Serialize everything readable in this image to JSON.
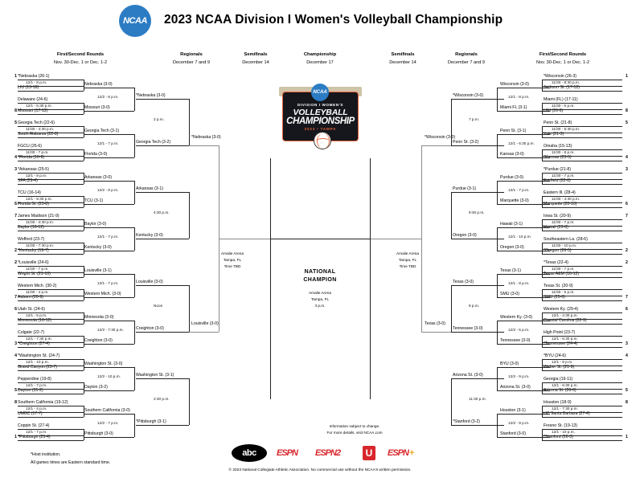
{
  "header": {
    "title": "2023 NCAA Division I Women's Volleyball Championship",
    "logo_text": "NCAA",
    "logo_icon": "ncaa-logo-icon"
  },
  "champ_logo": {
    "ncaa": "NCAA",
    "line1": "DIVISION I WOMEN'S",
    "line2": "VOLLEYBALL",
    "line3": "CHAMPIONSHIP",
    "line4": "2023 • TAMPA",
    "ball_icon": "volleyball-icon"
  },
  "round_headers": [
    {
      "name": "First/Second Rounds",
      "dates": "Nov. 30-Dec. 1 or Dec. 1-2"
    },
    {
      "name": "Regionals",
      "dates": "December 7 and 9"
    },
    {
      "name": "Semifinals",
      "dates": "December 14"
    },
    {
      "name": "Championship",
      "dates": "December 17"
    },
    {
      "name": "Semifinals",
      "dates": "December 14"
    },
    {
      "name": "Regionals",
      "dates": "December 7 and 9"
    },
    {
      "name": "First/Second Rounds",
      "dates": "Nov. 30-Dec. 1 or Dec. 1-2"
    }
  ],
  "national_champion": {
    "label_line1": "NATIONAL",
    "label_line2": "CHAMPION",
    "venue": "Amalie Arena",
    "city": "Tampa, FL",
    "time": "3 p.m."
  },
  "semifinal_sites": {
    "left": {
      "venue": "Amalie Arena",
      "city": "Tampa, FL",
      "time": "Time TBD"
    },
    "right": {
      "venue": "Amalie Arena",
      "city": "Tampa, FL",
      "time": "Time TBD"
    }
  },
  "footnotes": {
    "host": "*Host institution.",
    "times": "All games times are Eastern standard time."
  },
  "info": {
    "line1": "Information subject to change.",
    "line2": "For more details, visit NCAA.com"
  },
  "copyright": "© 2023 National Collegiate Athletic Association.  No commercial use without the NCAA's written permission.",
  "networks": [
    {
      "name": "abc",
      "label": "abc"
    },
    {
      "name": "espn",
      "label": "ESPN"
    },
    {
      "name": "espn2",
      "label": "ESPN2"
    },
    {
      "name": "espnu",
      "label": "U"
    },
    {
      "name": "espn-plus",
      "label": "ESPN",
      "plus": "+"
    }
  ],
  "left": {
    "first_round": [
      {
        "seed": "1",
        "team": "*Nebraska (26-1)",
        "game": "12/1 - 8 p.m.",
        "opp": "LIU (13-18)",
        "oppseed": ""
      },
      {
        "seed": "",
        "team": "Delaware (24-6)",
        "game": "12/1 - 5:30 p.m.",
        "opp": "Missouri (17-12)",
        "oppseed": "8"
      },
      {
        "seed": "5",
        "team": "Georgia Tech (22-6)",
        "game": "11/30 - 4:30 p.m.",
        "opp": "South Alabama (22-8)",
        "oppseed": ""
      },
      {
        "seed": "",
        "team": "FGCU (26-6)",
        "game": "11/30 - 7 p.m.",
        "opp": "*Florida (16-9)",
        "oppseed": "4"
      },
      {
        "seed": "3",
        "team": "*Arkansas (25-5)",
        "game": "12/1 - 8 p.m.",
        "opp": "SFA (29-4)",
        "oppseed": ""
      },
      {
        "seed": "",
        "team": "TCU (16-14)",
        "game": "12/1 - 5:30 p.m.",
        "opp": "Florida St. (23-8)",
        "oppseed": "6"
      },
      {
        "seed": "7",
        "team": "James Madison (21-9)",
        "game": "11/30 - 4:30 p.m.",
        "opp": "Baylor (16-12)",
        "oppseed": ""
      },
      {
        "seed": "",
        "team": "Wofford (23-7)",
        "game": "11/30 - 7:30 p.m.",
        "opp": "*Kentucky (19-7)",
        "oppseed": "2"
      },
      {
        "seed": "2",
        "team": "*Louisville (24-6)",
        "game": "11/30 - 7 p.m.",
        "opp": "Wright St. (21-10)",
        "oppseed": ""
      },
      {
        "seed": "",
        "team": "Western Mich. (30-2)",
        "game": "11/30 - 4 p.m.",
        "opp": "Auburn (20-9)",
        "oppseed": "7"
      },
      {
        "seed": "6",
        "team": "Utah St. (24-6)",
        "game": "12/1 - 5 p.m.",
        "opp": "Minnesota (16-12)",
        "oppseed": ""
      },
      {
        "seed": "",
        "team": "Colgate (22-7)",
        "game": "12/1 - 7:30 p.m.",
        "opp": "*Creighton (27-4)",
        "oppseed": "3"
      },
      {
        "seed": "4",
        "team": "*Washington St. (24-7)",
        "game": "12/1 - 10 p.m.",
        "opp": "Grand Canyon (23-7)",
        "oppseed": ""
      },
      {
        "seed": "",
        "team": "Pepperdine (19-8)",
        "game": "12/1 - 7 p.m.",
        "opp": "Dayton (31-2)",
        "oppseed": "5"
      },
      {
        "seed": "8",
        "team": "Southern California (19-12)",
        "game": "12/1 - 4 p.m.",
        "opp": "UMBC (17-7)",
        "oppseed": ""
      },
      {
        "seed": "",
        "team": "Coppin St. (27-4)",
        "game": "12/1 - 7 p.m.",
        "opp": "*Pittsburgh (25-4)",
        "oppseed": "1"
      }
    ],
    "second_round": [
      {
        "winner": "Nebraska (3-0)",
        "game": "12/2 - 8 p.m."
      },
      {
        "winner": "Missouri (3-0)",
        "game": ""
      },
      {
        "winner": "Georgia Tech (3-1)",
        "game": "12/1 - 7 p.m."
      },
      {
        "winner": "Florida (3-0)",
        "game": ""
      },
      {
        "winner": "Arkansas (3-0)",
        "game": "12/2 - 8 p.m."
      },
      {
        "winner": "TCU (3-1)",
        "game": ""
      },
      {
        "winner": "Baylor (3-0)",
        "game": "12/1 - 7 p.m."
      },
      {
        "winner": "Kentucky (3-0)",
        "game": ""
      },
      {
        "winner": "Louisville (3-1)",
        "game": "12/1 - 7 p.m."
      },
      {
        "winner": "Western Mich. (3-0)",
        "game": ""
      },
      {
        "winner": "Minnesota (3-0)",
        "game": "12/2 - 7:30 p.m."
      },
      {
        "winner": "Creighton (3-0)",
        "game": ""
      },
      {
        "winner": "Washington St. (3-0)",
        "game": "12/2 - 10 p.m."
      },
      {
        "winner": "Dayton (3-2)",
        "game": ""
      },
      {
        "winner": "Southern California (3-0)",
        "game": "12/2 - 7 p.m."
      },
      {
        "winner": "Pittsburgh (3-0)",
        "game": ""
      }
    ],
    "regional": [
      {
        "winner": "*Nebraska (3-0)",
        "time": "2 p.m."
      },
      {
        "winner": "Georgia Tech (3-2)",
        "time": ""
      },
      {
        "winner": "Arkansas (3-1)",
        "time": "4:30 p.m."
      },
      {
        "winner": "Kentucky (3-0)",
        "time": ""
      },
      {
        "winner": "Louisville (3-0)",
        "time": "Noon"
      },
      {
        "winner": "Creighton (3-0)",
        "time": ""
      },
      {
        "winner": "Washington St. (3-1)",
        "time": "2:30 p.m."
      },
      {
        "winner": "*Pittsburgh (3-1)",
        "time": ""
      }
    ],
    "semifinal": [
      {
        "winner": "*Nebraska (3-0)"
      },
      {
        "winner": "Louisville (3-0)"
      }
    ]
  },
  "right": {
    "first_round": [
      {
        "seed": "1",
        "team": "*Wisconsin (26-3)",
        "game": "11/30 - 8:30 p.m.",
        "opp": "Jackson St. (17-12)",
        "oppseed": ""
      },
      {
        "seed": "",
        "team": "Miami (FL) (17-11)",
        "game": "11/30 - 6 p.m.",
        "opp": "UNI (26-6)",
        "oppseed": "8"
      },
      {
        "seed": "5",
        "team": "Penn St. (21-8)",
        "game": "11/30 - 5:30 p.m.",
        "opp": "Yale (21-3)",
        "oppseed": ""
      },
      {
        "seed": "",
        "team": "Omaha (15-13)",
        "game": "11/30 - 8 p.m.",
        "opp": "*Kansas (23-5)",
        "oppseed": "4"
      },
      {
        "seed": "3",
        "team": "*Purdue (21-8)",
        "game": "11/30 - 7 p.m.",
        "opp": "Fairfield (22-6)",
        "oppseed": ""
      },
      {
        "seed": "",
        "team": "Eastern Ill. (28-4)",
        "game": "11/30 - 4:30 p.m.",
        "opp": "Marquette (20-10)",
        "oppseed": "6"
      },
      {
        "seed": "7",
        "team": "Iowa St. (20-9)",
        "game": "11/30 - 7 p.m.",
        "opp": "Hawaii (23-8)",
        "oppseed": ""
      },
      {
        "seed": "",
        "team": "Southeastern La. (28-6)",
        "game": "11/30 - 10 p.m.",
        "opp": "*Oregon (26-5)",
        "oppseed": "2"
      },
      {
        "seed": "2",
        "team": "*Texas (22-4)",
        "game": "11/30 - 7 p.m.",
        "opp": "Texas A&M (16-12)",
        "oppseed": ""
      },
      {
        "seed": "",
        "team": "Texas St. (20-9)",
        "game": "11/30 - 5 p.m.",
        "opp": "SMU (25-6)",
        "oppseed": "7"
      },
      {
        "seed": "6",
        "team": "Western Ky. (29-4)",
        "game": "12/1 - 4:30 p.m.",
        "opp": "Coastal Carolina (22-9)",
        "oppseed": ""
      },
      {
        "seed": "",
        "team": "High Point (23-7)",
        "game": "12/1 - 6:30 p.m.",
        "opp": "*Tennessee (24-4)",
        "oppseed": "3"
      },
      {
        "seed": "4",
        "team": "*BYU (24-6)",
        "game": "12/1 - 9 p.m.",
        "opp": "Weber St. (21-9)",
        "oppseed": ""
      },
      {
        "seed": "",
        "team": "Georgia (19-11)",
        "game": "12/1 - 6:30 p.m.",
        "opp": "Arizona St. (26-6)",
        "oppseed": "5"
      },
      {
        "seed": "8",
        "team": "Houston (18-9)",
        "game": "12/1 - 7:30 p.m.",
        "opp": "UC Santa Barbara (27-4)",
        "oppseed": ""
      },
      {
        "seed": "",
        "team": "Fresno St. (19-13)",
        "game": "12/1 - 10 p.m.",
        "opp": "*Stanford (26-3)",
        "oppseed": "1"
      }
    ],
    "second_round": [
      {
        "winner": "Wisconsin (3-0)",
        "game": "12/1 - 8 p.m."
      },
      {
        "winner": "Miami FL (3-1)",
        "game": ""
      },
      {
        "winner": "Penn St. (3-1)",
        "game": "12/1 - 6:30 p.m."
      },
      {
        "winner": "Kansas (3-0)",
        "game": ""
      },
      {
        "winner": "Purdue (3-0)",
        "game": "12/1 - 7 p.m."
      },
      {
        "winner": "Marquette (3-0)",
        "game": ""
      },
      {
        "winner": "Hawaii (3-1)",
        "game": "12/1 - 10 p.m."
      },
      {
        "winner": "Oregon (3-0)",
        "game": ""
      },
      {
        "winner": "Texas (3-1)",
        "game": "12/1 - 8 p.m."
      },
      {
        "winner": "SMU (3-0)",
        "game": ""
      },
      {
        "winner": "Western Ky. (3-0)",
        "game": "12/2 - 6 p.m."
      },
      {
        "winner": "Tennessee (3-0)",
        "game": ""
      },
      {
        "winner": "BYU (3-0)",
        "game": "12/2 - 9 p.m."
      },
      {
        "winner": "Arizona St. (3-0)",
        "game": ""
      },
      {
        "winner": "Houston (3-1)",
        "game": "12/2 - 9 p.m."
      },
      {
        "winner": "Stanford (3-0)",
        "game": ""
      }
    ],
    "regional": [
      {
        "winner": "*Wisconsin (3-0)",
        "time": "7 p.m."
      },
      {
        "winner": "Penn St. (3-2)",
        "time": ""
      },
      {
        "winner": "Purdue (3-1)",
        "time": "9:30 p.m."
      },
      {
        "winner": "Oregon (3-0)",
        "time": ""
      },
      {
        "winner": "Texas (3-0)",
        "time": "9 p.m."
      },
      {
        "winner": "Tennessee (3-0)",
        "time": ""
      },
      {
        "winner": "Arizona St. (3-0)",
        "time": "11:30 p.m."
      },
      {
        "winner": "*Stanford (3-2)",
        "time": ""
      }
    ],
    "semifinal": [
      {
        "winner": "*Wisconsin (3-0)"
      },
      {
        "winner": "Texas (3-0)"
      }
    ]
  }
}
